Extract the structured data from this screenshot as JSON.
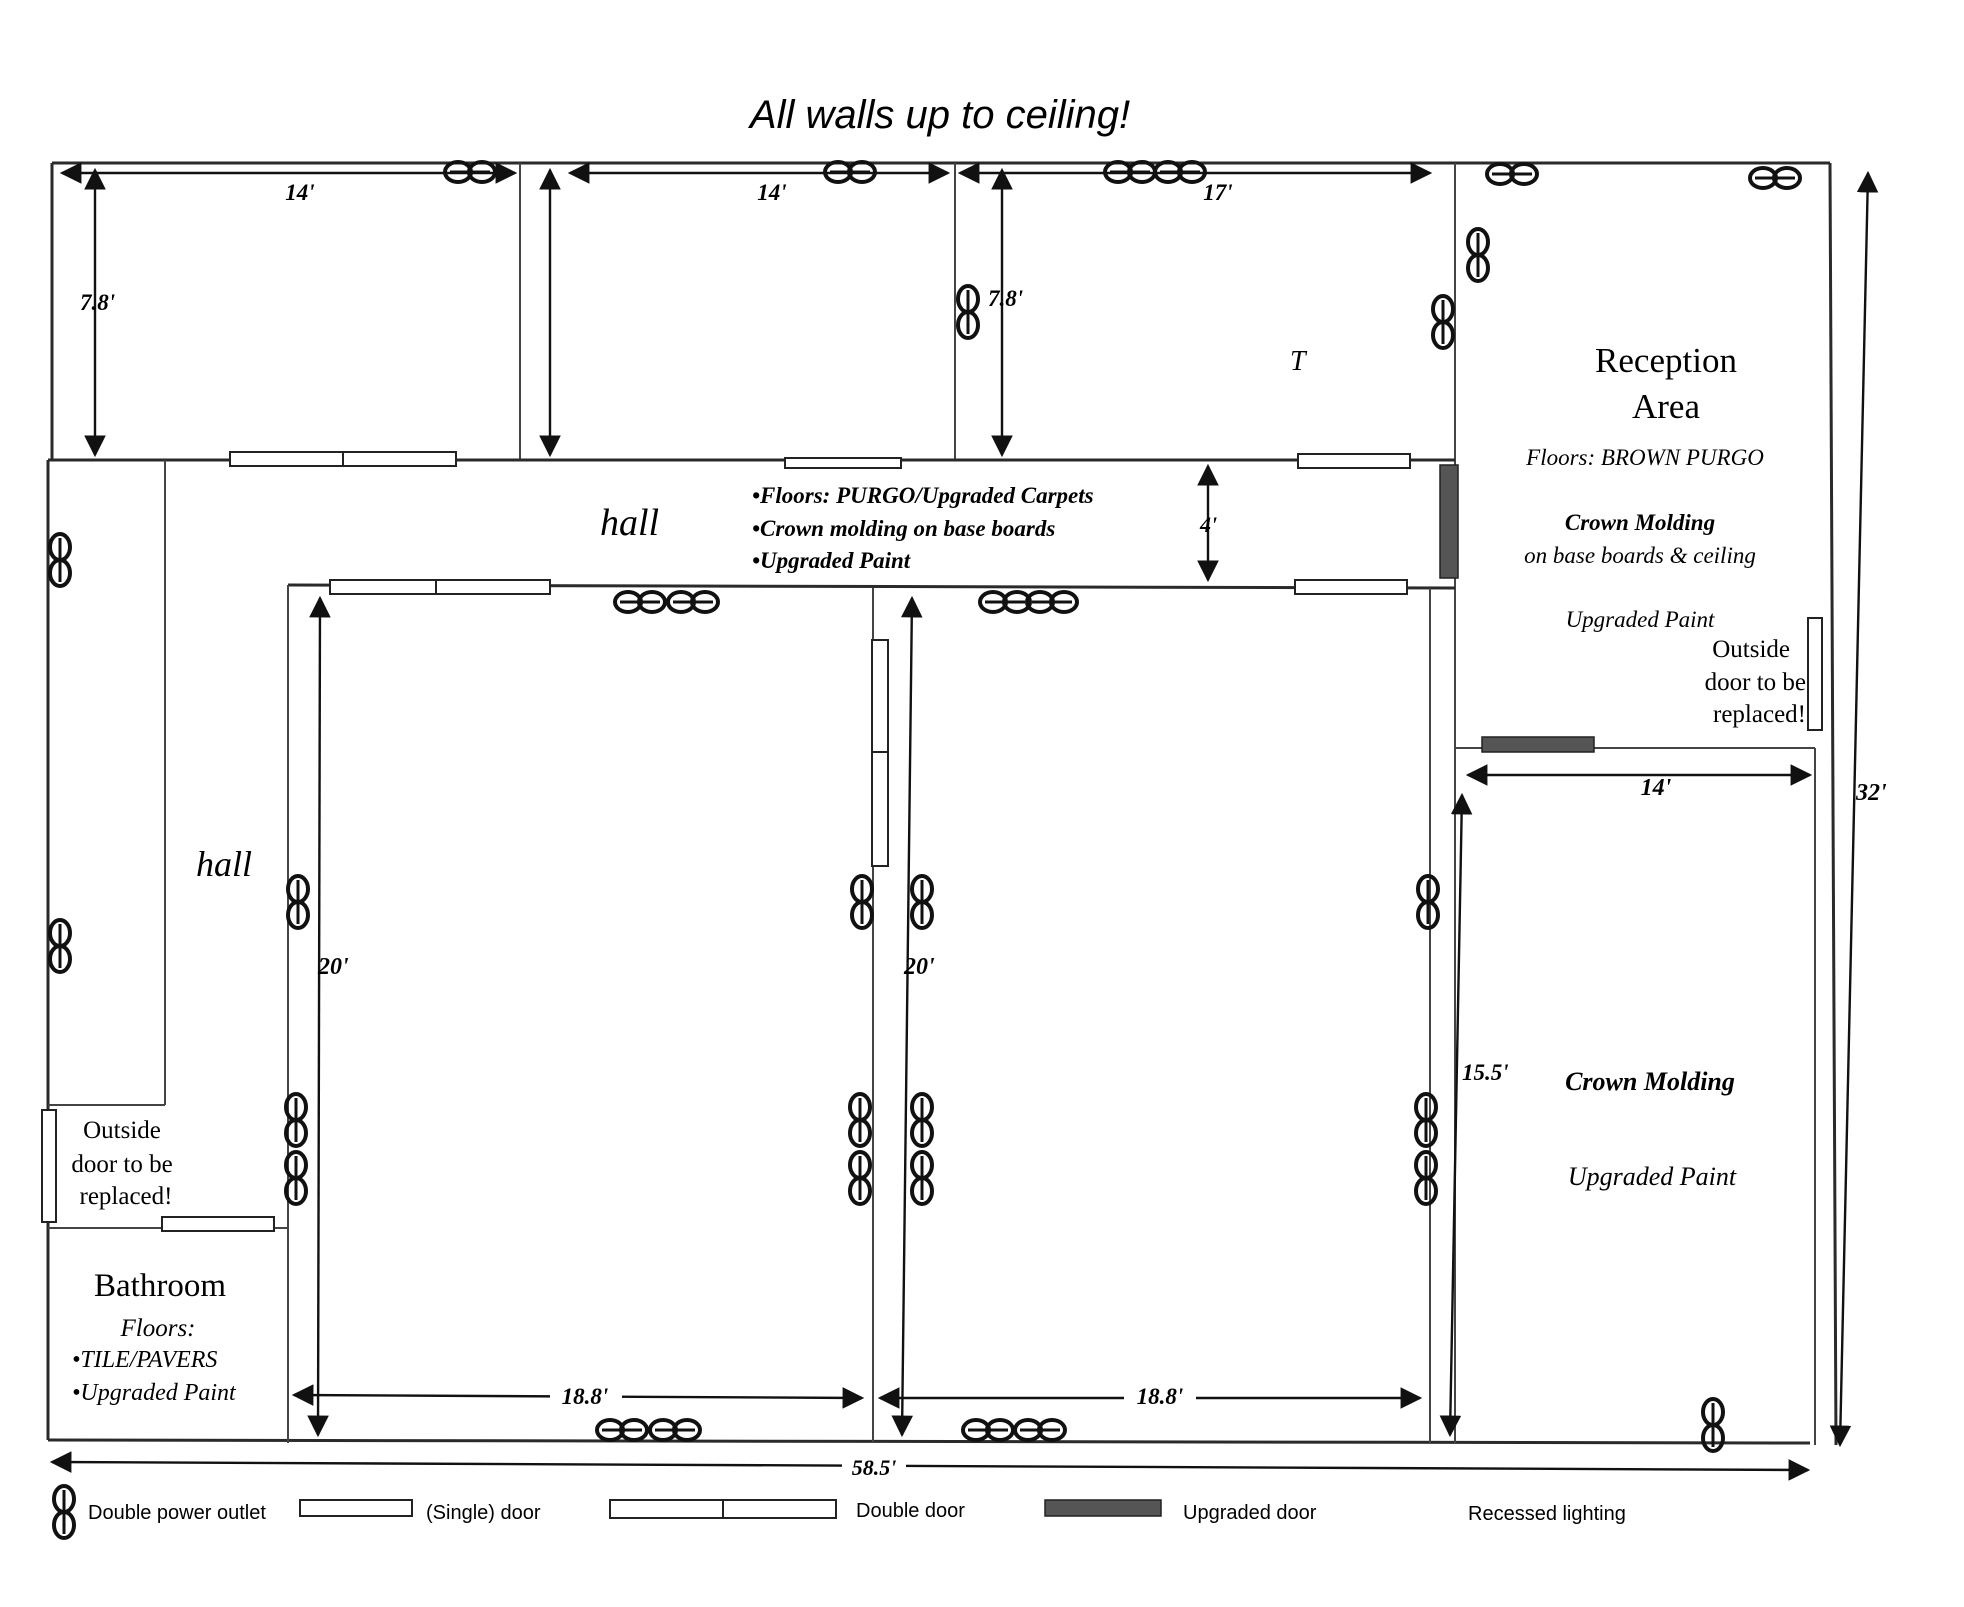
{
  "title": "All walls up to ceiling!",
  "dimensions": {
    "top_left_width": "14'",
    "top_mid_width": "14'",
    "top_right_width": "17'",
    "top_left_depth": "7.8'",
    "top_right_depth": "7.8'",
    "hall_width": "4'",
    "reception_width": "14'",
    "total_depth": "32'",
    "lower_left_depth": "20'",
    "lower_mid_depth": "20'",
    "lower_right_depth": "15.5'",
    "lower_left_width": "18.8'",
    "lower_mid_width": "18.8'",
    "total_width": "58.5'"
  },
  "marks": {
    "t_mark": "T"
  },
  "hall": {
    "label_top": "hall",
    "label_left": "hall",
    "notes": [
      "•Floors: PURGO/Upgraded Carpets",
      "•Crown molding on base boards",
      "•Upgraded Paint"
    ]
  },
  "reception": {
    "title_line1": "Reception",
    "title_line2": "Area",
    "floors": "Floors: BROWN PURGO",
    "crown_line1": "Crown Molding",
    "crown_line2": "on base boards & ceiling",
    "paint": "Upgraded Paint",
    "outside_door": [
      "Outside",
      "door to be",
      "replaced!"
    ]
  },
  "lower_right_room": {
    "crown": "Crown Molding",
    "paint": "Upgraded Paint"
  },
  "left_outside_door": [
    "Outside",
    "door to be",
    "replaced!"
  ],
  "bathroom": {
    "title": "Bathroom",
    "floors_label": "Floors:",
    "items": [
      "•TILE/PAVERS",
      "•Upgraded Paint"
    ]
  },
  "legend": {
    "outlet": "Double power outlet",
    "single_door": "(Single) door",
    "double_door": "Double door",
    "upgraded_door": "Upgraded door",
    "recessed": "Recessed lighting"
  },
  "colors": {
    "ink": "#111111",
    "paper": "#ffffff",
    "upgraded_door_fill": "#555555"
  }
}
